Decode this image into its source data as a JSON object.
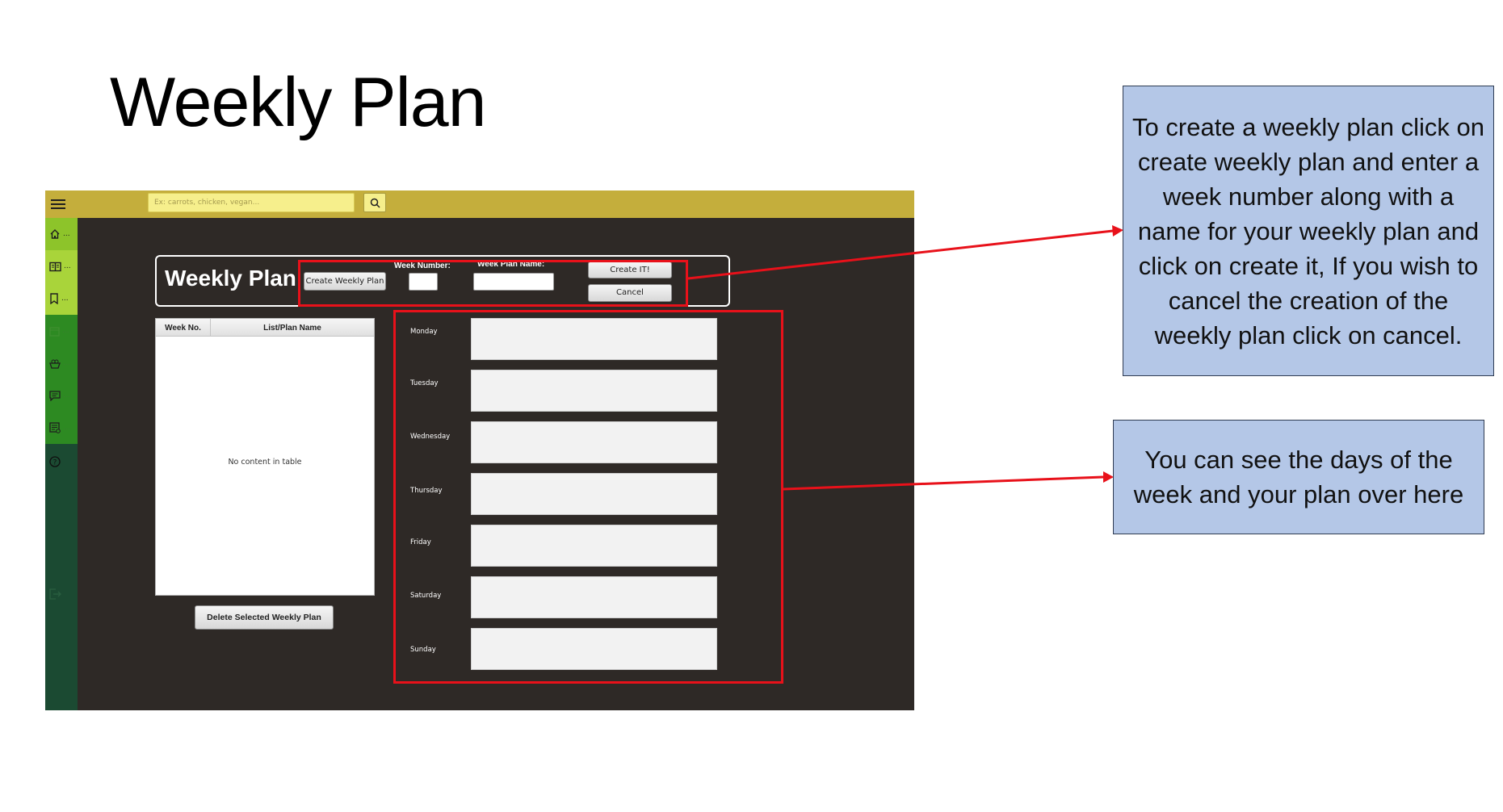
{
  "slide": {
    "title": "Weekly Plan"
  },
  "app": {
    "search": {
      "placeholder": "Ex: carrots, chicken, vegan..."
    },
    "sidebar": {
      "items": [
        {
          "icon": "home-icon",
          "label": "..."
        },
        {
          "icon": "recipes-book-icon",
          "label": "..."
        },
        {
          "icon": "bookmark-icon",
          "label": "..."
        },
        {
          "icon": "calendar-icon",
          "label": "..."
        },
        {
          "icon": "ingredients-icon",
          "label": "..."
        },
        {
          "icon": "chat-icon",
          "label": "..."
        },
        {
          "icon": "list-icon",
          "label": "..."
        },
        {
          "icon": "help-icon",
          "label": ""
        },
        {
          "icon": "logout-icon",
          "label": ""
        }
      ]
    },
    "header": {
      "title": "Weekly Plan",
      "create_weekly_plan_label": "Create Weekly Plan",
      "week_number_label": "Week Number:",
      "week_number_value": "",
      "week_plan_name_label": "Week Plan Name:",
      "week_plan_name_value": "",
      "create_it_label": "Create IT!",
      "cancel_label": "Cancel"
    },
    "table": {
      "columns": [
        "Week No.",
        "List/Plan Name"
      ],
      "rows": [],
      "empty_text": "No content in table"
    },
    "delete_button_label": "Delete Selected Weekly Plan",
    "days": [
      {
        "label": "Monday",
        "content": ""
      },
      {
        "label": "Tuesday",
        "content": ""
      },
      {
        "label": "Wednesday",
        "content": ""
      },
      {
        "label": "Thursday",
        "content": ""
      },
      {
        "label": "Friday",
        "content": ""
      },
      {
        "label": "Saturday",
        "content": ""
      },
      {
        "label": "Sunday",
        "content": ""
      }
    ]
  },
  "callouts": {
    "create_help": "To create a weekly plan click on create weekly plan and enter a week number along with a name for your weekly plan and click on create it, If you wish to cancel the creation of the weekly plan click on cancel.",
    "days_help": "You can see the days of the week and your plan over here"
  },
  "colors": {
    "topbar": "#c4ae3c",
    "sidebar": "#1b4a32",
    "background": "#2e2926",
    "annotation_red": "#e8111a",
    "callout_fill": "#b4c7e7"
  }
}
